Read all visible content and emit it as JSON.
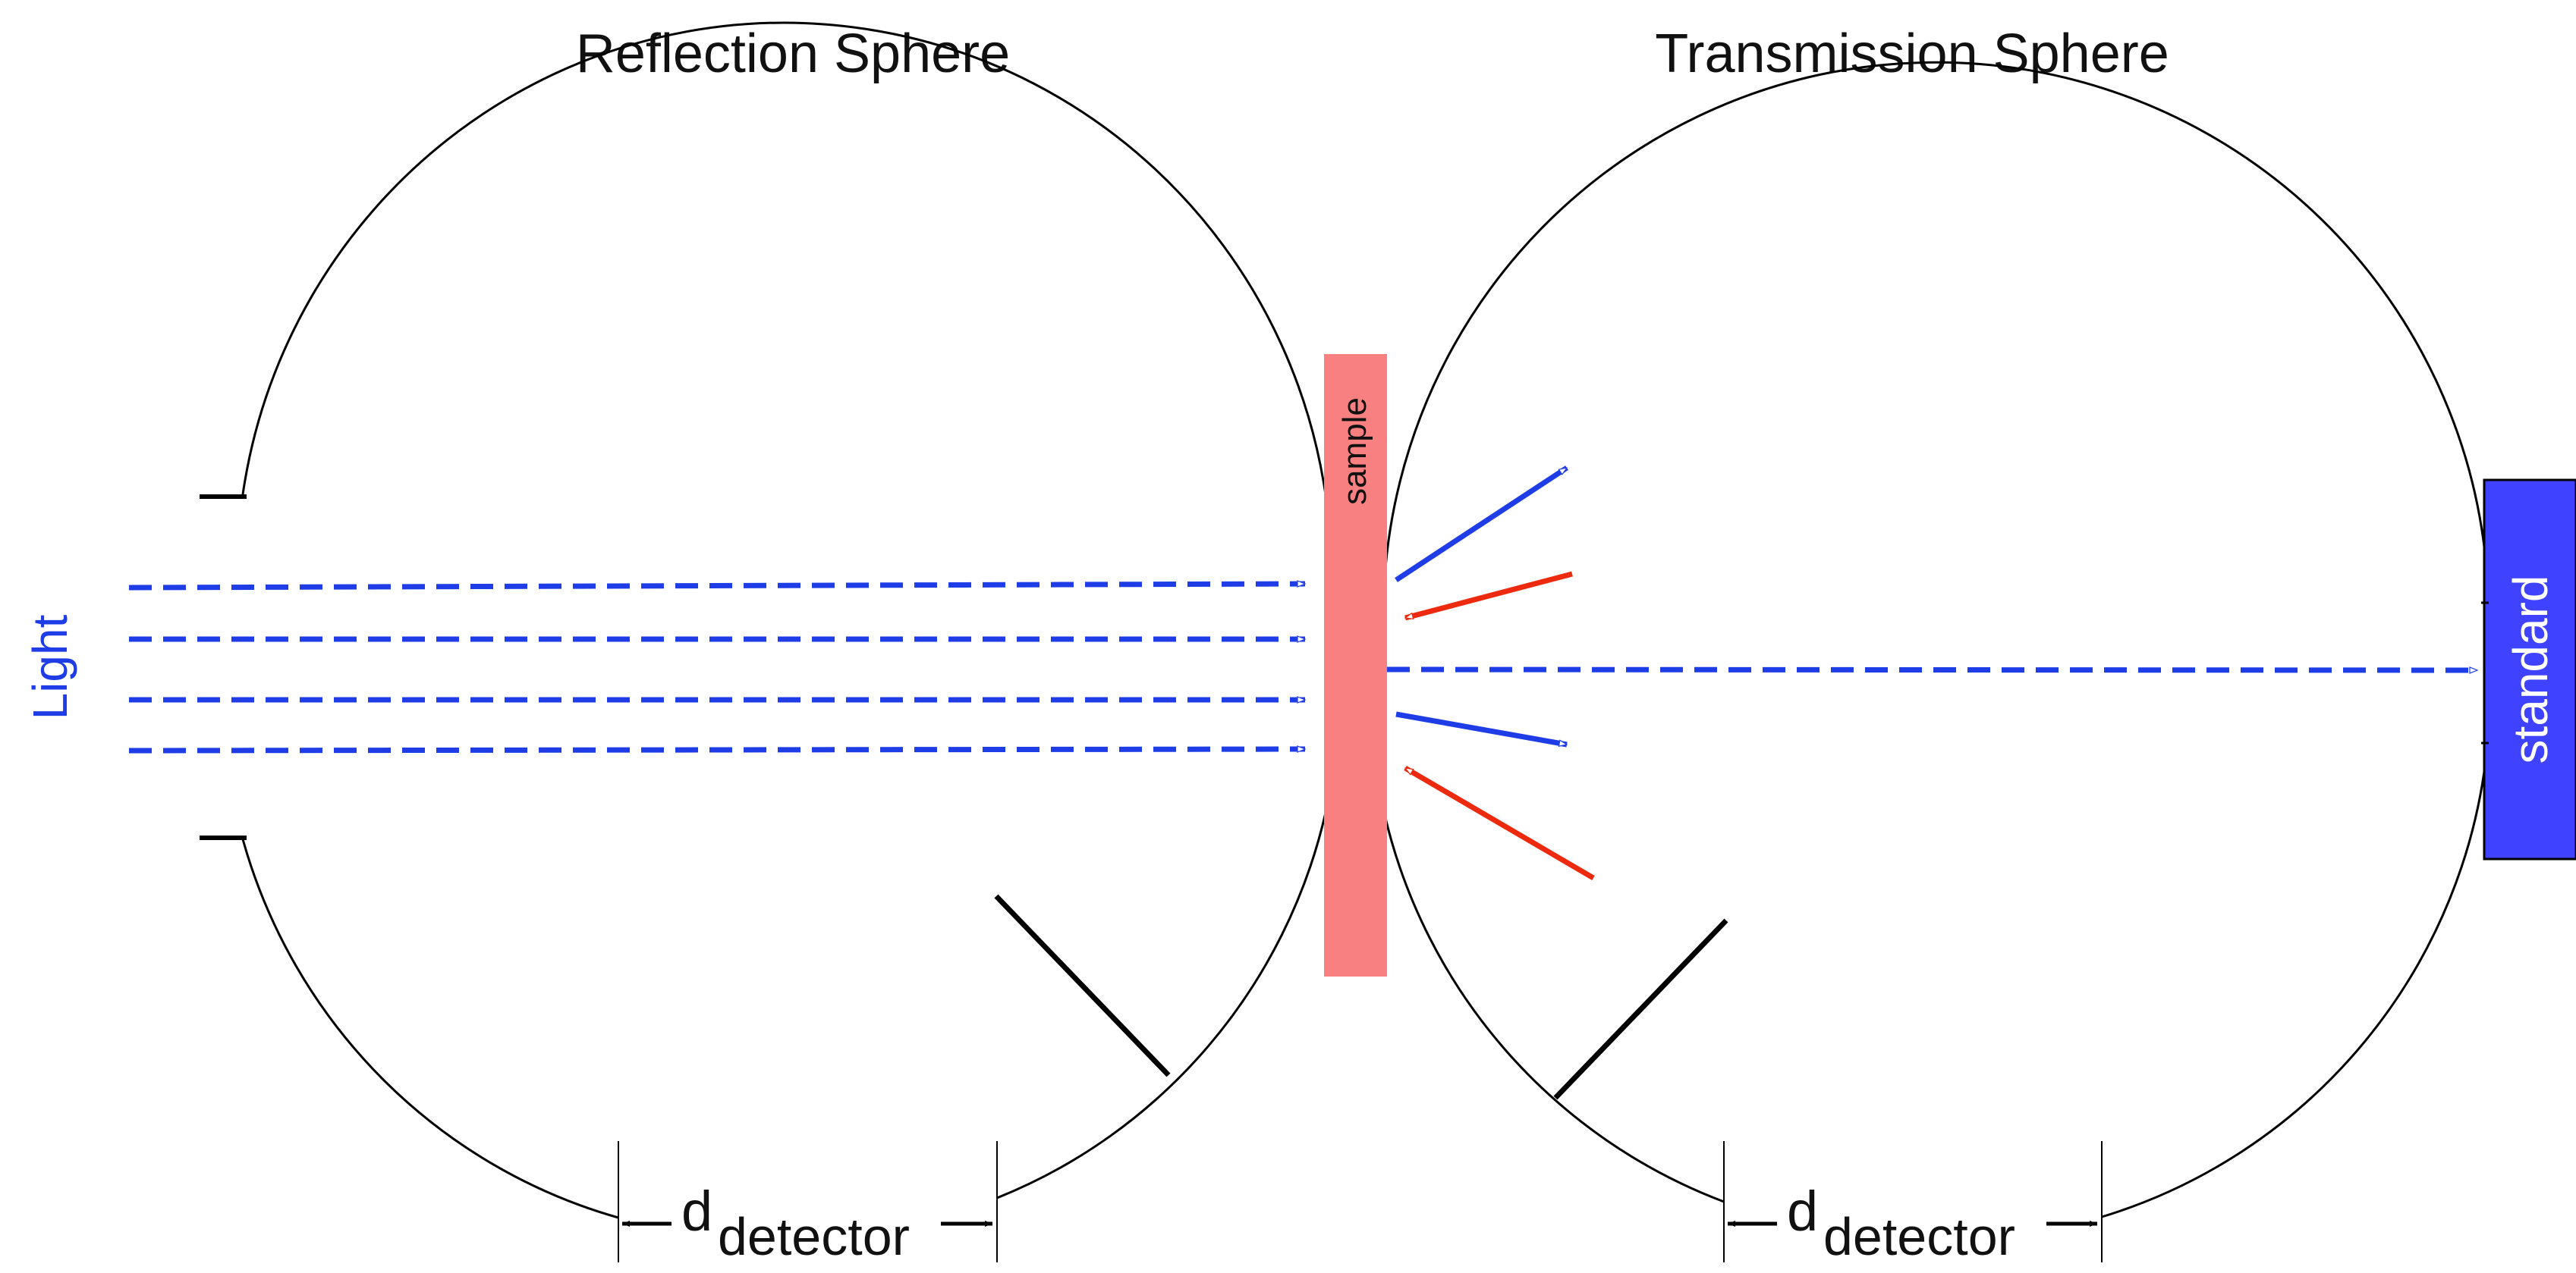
{
  "titles": {
    "reflection": "Reflection Sphere",
    "transmission": "Transmission Sphere"
  },
  "labels": {
    "light": "Light",
    "sample": "sample",
    "standard": "standard",
    "d_symbol": "d",
    "d_subscript": "detector"
  },
  "colors": {
    "light_beam": "#1f3de6",
    "reflected": "#ee2a0e",
    "sample_fill": "#f98080",
    "standard_fill": "#3f43ff",
    "outline": "#000000"
  }
}
